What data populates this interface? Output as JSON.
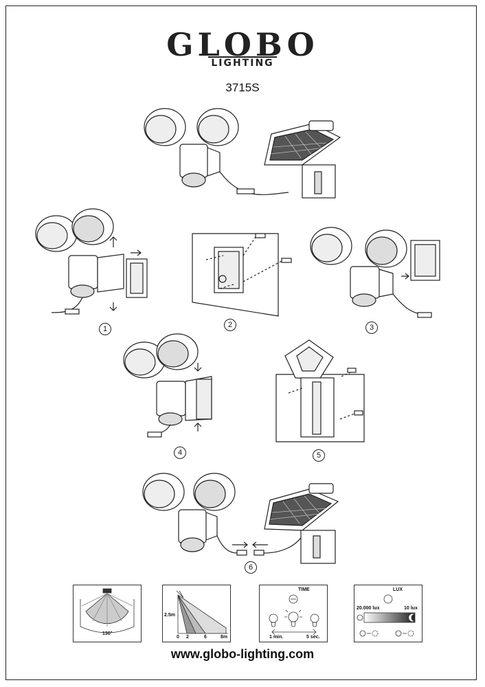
{
  "brand": {
    "logo": "GLOBO",
    "subtitle": "LIGHTING"
  },
  "model": "3715S",
  "steps": [
    "1",
    "2",
    "3",
    "4",
    "5",
    "6"
  ],
  "panels": {
    "detection_angle": "130°",
    "range": {
      "height": "2.5m",
      "ticks": [
        "0",
        "2",
        "6",
        "8m"
      ]
    },
    "time": {
      "label": "TIME",
      "min": "1 min.",
      "max": "5 sec."
    },
    "lux": {
      "label": "LUX",
      "day": "20.000 lux",
      "night": "10 lux"
    }
  },
  "website": "www.globo-lighting.com"
}
